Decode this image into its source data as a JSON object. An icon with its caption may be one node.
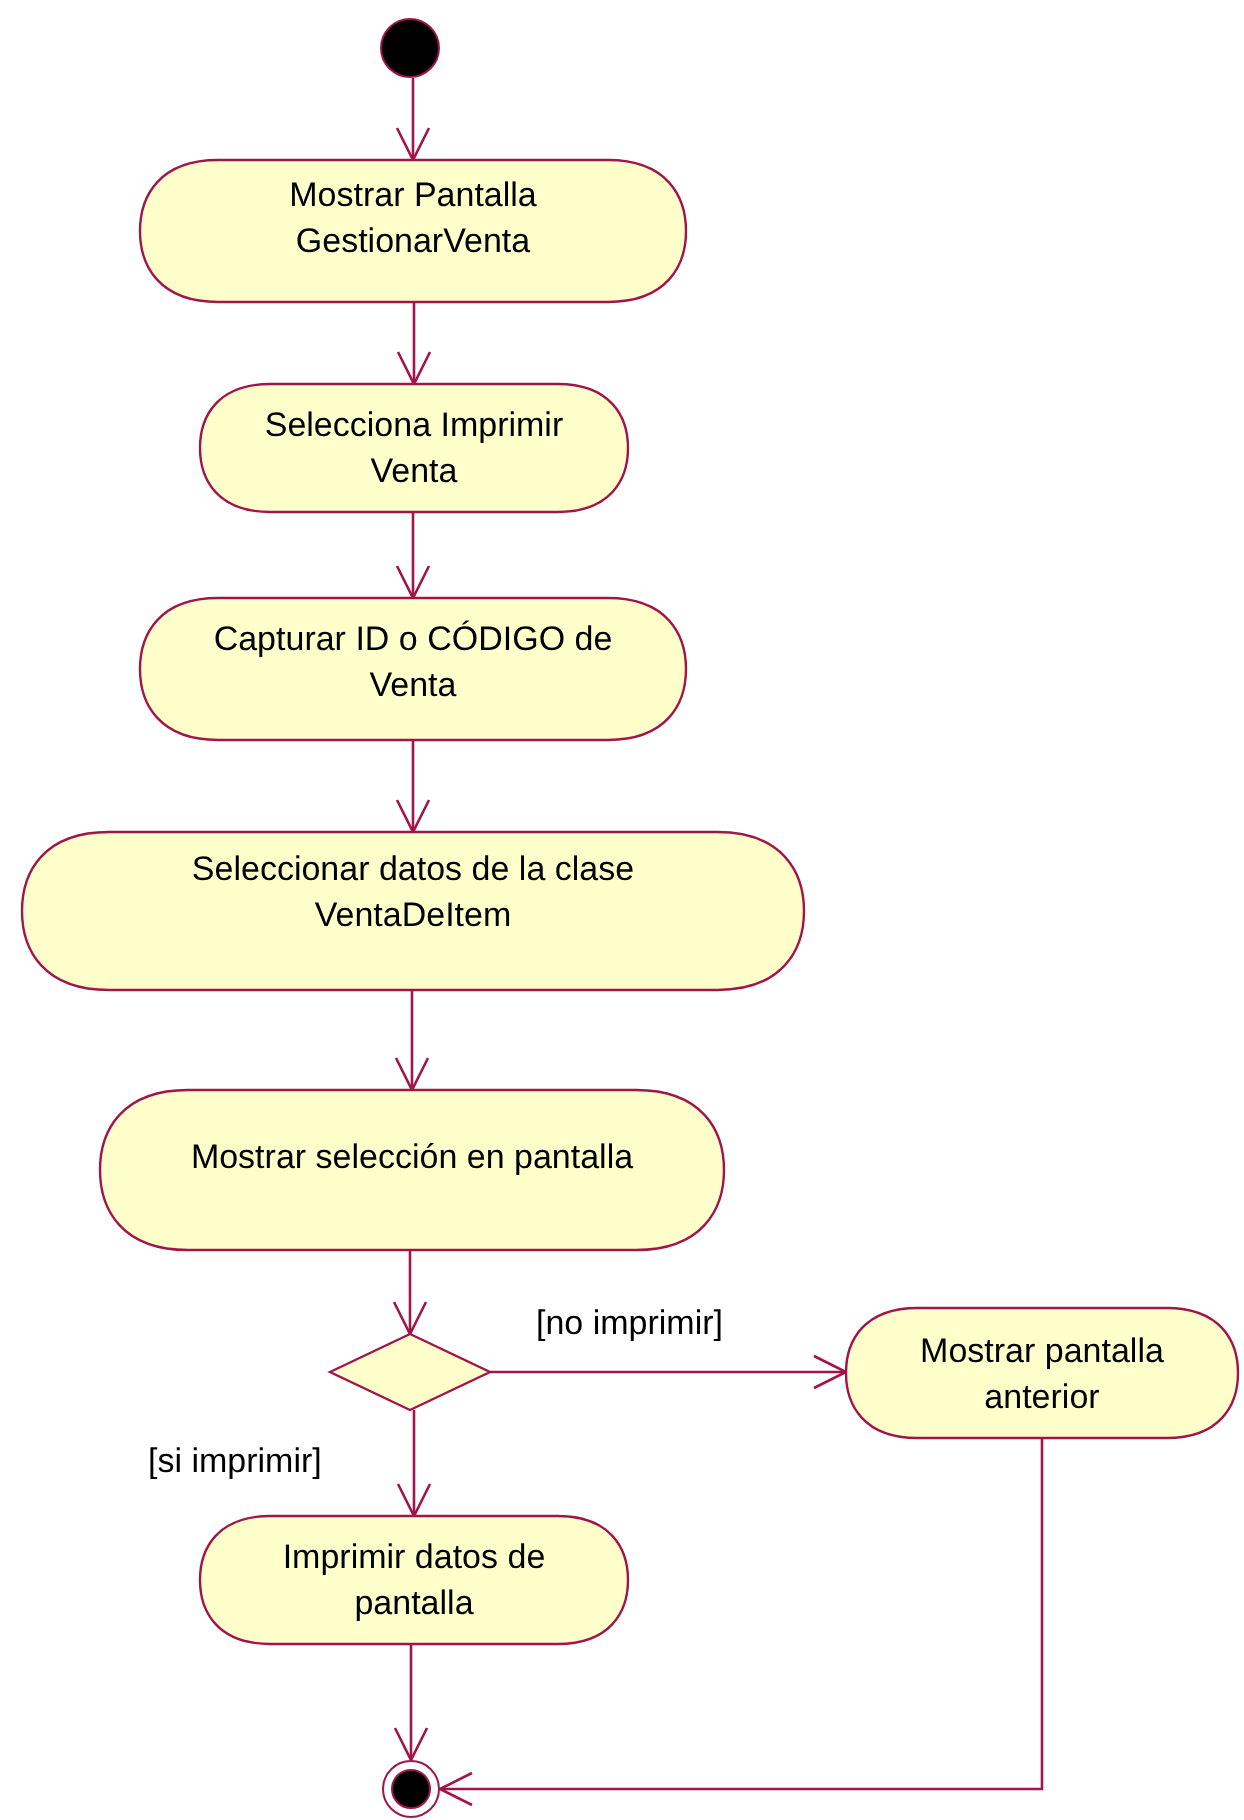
{
  "diagram": {
    "nodes": [
      {
        "text": [],
        "shape": "circle"
      },
      {
        "text": [
          "Mostrar Pantalla GestionarVenta"
        ]
      },
      {
        "text": [
          "Selecciona Imprimir Venta"
        ]
      },
      {
        "text": [
          "Capturar ID o CÓDIGO de Venta"
        ]
      },
      {
        "text": [
          "Seleccionar datos de la clase VentaDeItem"
        ]
      },
      {
        "text": [
          "Mostrar selección en pantalla"
        ]
      },
      {
        "text": [],
        "shape": "diamond"
      },
      {
        "text": [
          "Mostrar pantalla anterior"
        ]
      },
      {
        "text": [
          "Imprimir datos de pantalla"
        ]
      },
      {
        "text": [],
        "shape": "circle"
      }
    ],
    "edges": [
      {
        "from": 0,
        "to": 1,
        "arrow": "to"
      },
      {
        "from": 1,
        "to": 2,
        "arrow": "to"
      },
      {
        "from": 2,
        "to": 3,
        "arrow": "to"
      },
      {
        "from": 3,
        "to": 4,
        "arrow": "to"
      },
      {
        "from": 4,
        "to": 5,
        "arrow": "to"
      },
      {
        "from": 5,
        "to": 6,
        "arrow": "to"
      },
      {
        "from": 6,
        "to": 7,
        "label": "[no imprimir]",
        "arrow": "to"
      },
      {
        "from": 6,
        "to": 8,
        "label": "[si imprimir]",
        "arrow": "to"
      },
      {
        "from": 8,
        "to": 9,
        "arrow": "to"
      },
      {
        "from": 7,
        "to": 9,
        "arrow": "to"
      }
    ]
  }
}
